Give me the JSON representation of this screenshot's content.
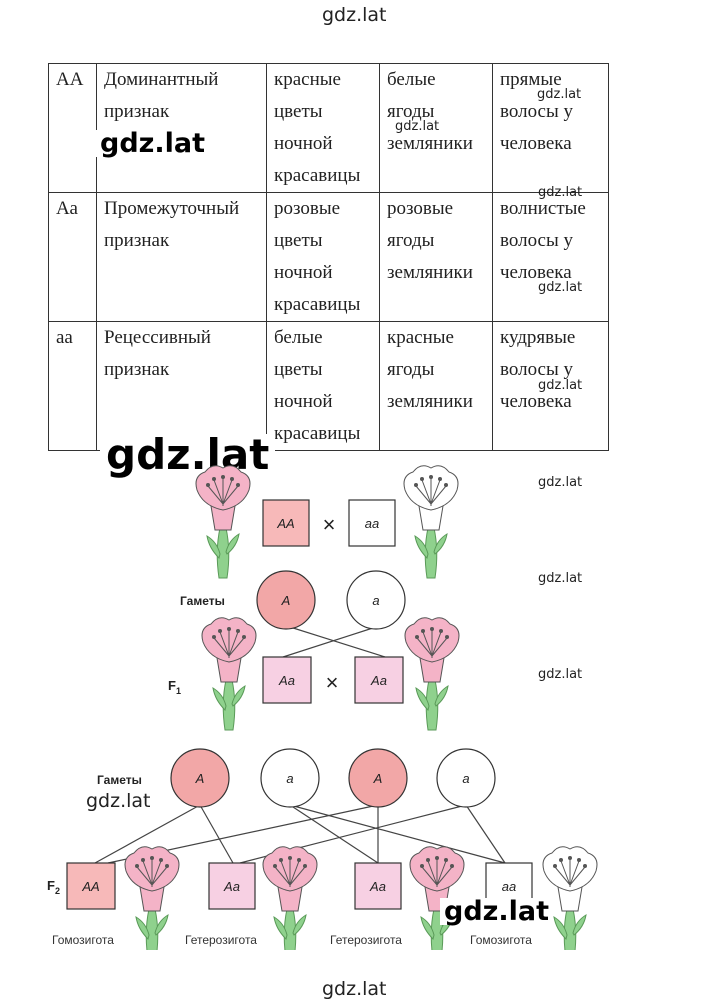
{
  "watermarks": {
    "top": "gdz.lat",
    "bottom": "gdz.lat",
    "table_big": "gdz.lat",
    "table_huge": "gdz.lat",
    "t_small_1": "gdz.lat",
    "t_small_2": "gdz.lat",
    "t_small_3": "gdz.lat",
    "t_small_4": "gdz.lat",
    "t_small_5": "gdz.lat",
    "d_right_1": "gdz.lat",
    "d_right_2": "gdz.lat",
    "d_right_3": "gdz.lat",
    "d_mid": "gdz.lat",
    "d_big": "gdz.lat"
  },
  "table": {
    "rows": [
      {
        "genotype": "АА",
        "trait": [
          "Доминантный",
          "признак"
        ],
        "col3": [
          "красные",
          "цветы",
          "ночной",
          "красавицы"
        ],
        "col4": [
          "белые",
          "ягоды",
          "земляники"
        ],
        "col5": [
          "прямые",
          "волосы у",
          "человека"
        ]
      },
      {
        "genotype": "Аа",
        "trait": [
          "Промежуточный",
          "признак"
        ],
        "col3": [
          "розовые",
          "цветы",
          "ночной",
          "красавицы"
        ],
        "col4": [
          "розовые",
          "ягоды",
          "земляники"
        ],
        "col5": [
          "волнистые",
          "волосы у",
          "человека"
        ]
      },
      {
        "genotype": "аа",
        "trait": [
          "Рецессивный",
          "признак"
        ],
        "col3": [
          "белые",
          "цветы",
          "ночной",
          "красавицы"
        ],
        "col4": [
          "красные",
          "ягоды",
          "земляники"
        ],
        "col5": [
          "кудрявые",
          "волосы у",
          "человека"
        ]
      }
    ]
  },
  "diagram": {
    "colors": {
      "dominant_red": "#f2a7a7",
      "dominant_red_fill": "#f7b9b9",
      "hetero_pink": "#f7d0e3",
      "petal_pink": "#f4b3c7",
      "stem_green": "#8fd18d",
      "line": "#444444"
    },
    "parents": {
      "left": "AA",
      "cross": "×",
      "right": "aa"
    },
    "gametes_label": "Гаметы",
    "parent_gametes": [
      "A",
      "a"
    ],
    "f1_label": "F",
    "f1_sub": "1",
    "f1": {
      "left": "Aa",
      "cross": "×",
      "right": "Aa"
    },
    "gametes_label_2": "Гаметы",
    "f1_gametes": [
      "A",
      "a",
      "A",
      "a"
    ],
    "f2_label": "F",
    "f2_sub": "2",
    "f2": [
      {
        "genotype": "AA",
        "caption": "Гомозигота"
      },
      {
        "genotype": "Aa",
        "caption": "Гетерозигота"
      },
      {
        "genotype": "Aa",
        "caption": "Гетерозигота"
      },
      {
        "genotype": "aa",
        "caption": "Гомозигота"
      }
    ]
  }
}
